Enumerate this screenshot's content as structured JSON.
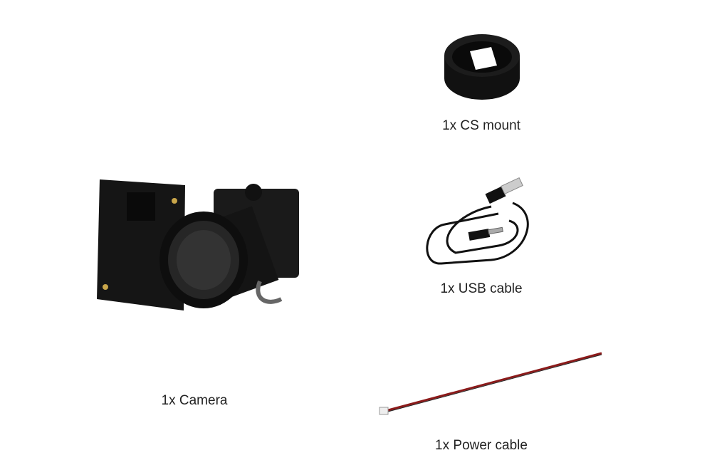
{
  "items": [
    {
      "label": "1x CS mount",
      "icon": "cs-mount-ring"
    },
    {
      "label": "1x USB cable",
      "icon": "usb-cable"
    },
    {
      "label": "1x Camera",
      "icon": "camera-module"
    },
    {
      "label": "1x Power cable",
      "icon": "power-cable"
    }
  ],
  "colors": {
    "background": "#ffffff",
    "text": "#222222",
    "cable_red": "#8b1a1a"
  }
}
